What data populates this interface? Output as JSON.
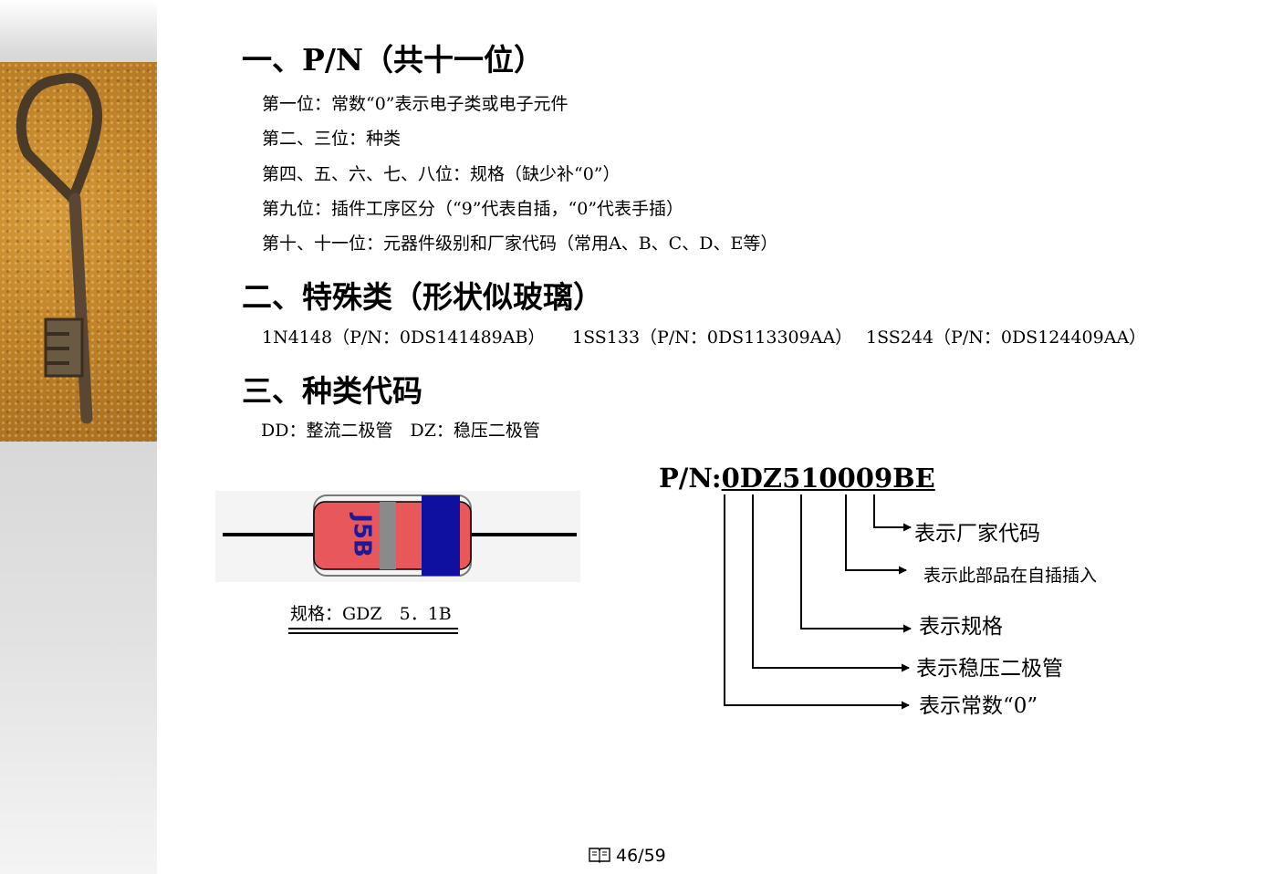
{
  "section1": {
    "heading": "一、P/N（共十一位）",
    "lines": [
      "第一位：常数“0”表示电子类或电子元件",
      "第二、三位：种类",
      "第四、五、六、七、八位：规格（缺少补“0”）",
      "第九位：插件工序区分（“9”代表自插，“0”代表手插）",
      "第十、十一位：元器件级别和厂家代码（常用A、B、C、D、E等）"
    ]
  },
  "section2": {
    "heading": "二、特殊类（形状似玻璃）",
    "items": [
      "1N4148（P/N：0DS141489AB）",
      "1SS133（P/N：0DS113309AA）",
      "1SS244（P/N：0DS124409AA）"
    ]
  },
  "section3": {
    "heading": "三、种类代码",
    "codes": "DD：整流二极管　DZ：稳压二极管"
  },
  "diode": {
    "marking": "J5B",
    "spec_label": "规格：GDZ　5．1B",
    "colors": {
      "body": "#e8575a",
      "band_gray": "#8a8a8a",
      "band_blue": "#1010a0"
    }
  },
  "pn_diagram": {
    "prefix": "P/N:",
    "code": "0DZ510009BE",
    "labels": [
      "表示厂家代码",
      "表示此部品在自插插入",
      "表示规格",
      "表示稳压二极管",
      "表示常数“0”"
    ]
  },
  "footer": {
    "page": "46/59"
  }
}
